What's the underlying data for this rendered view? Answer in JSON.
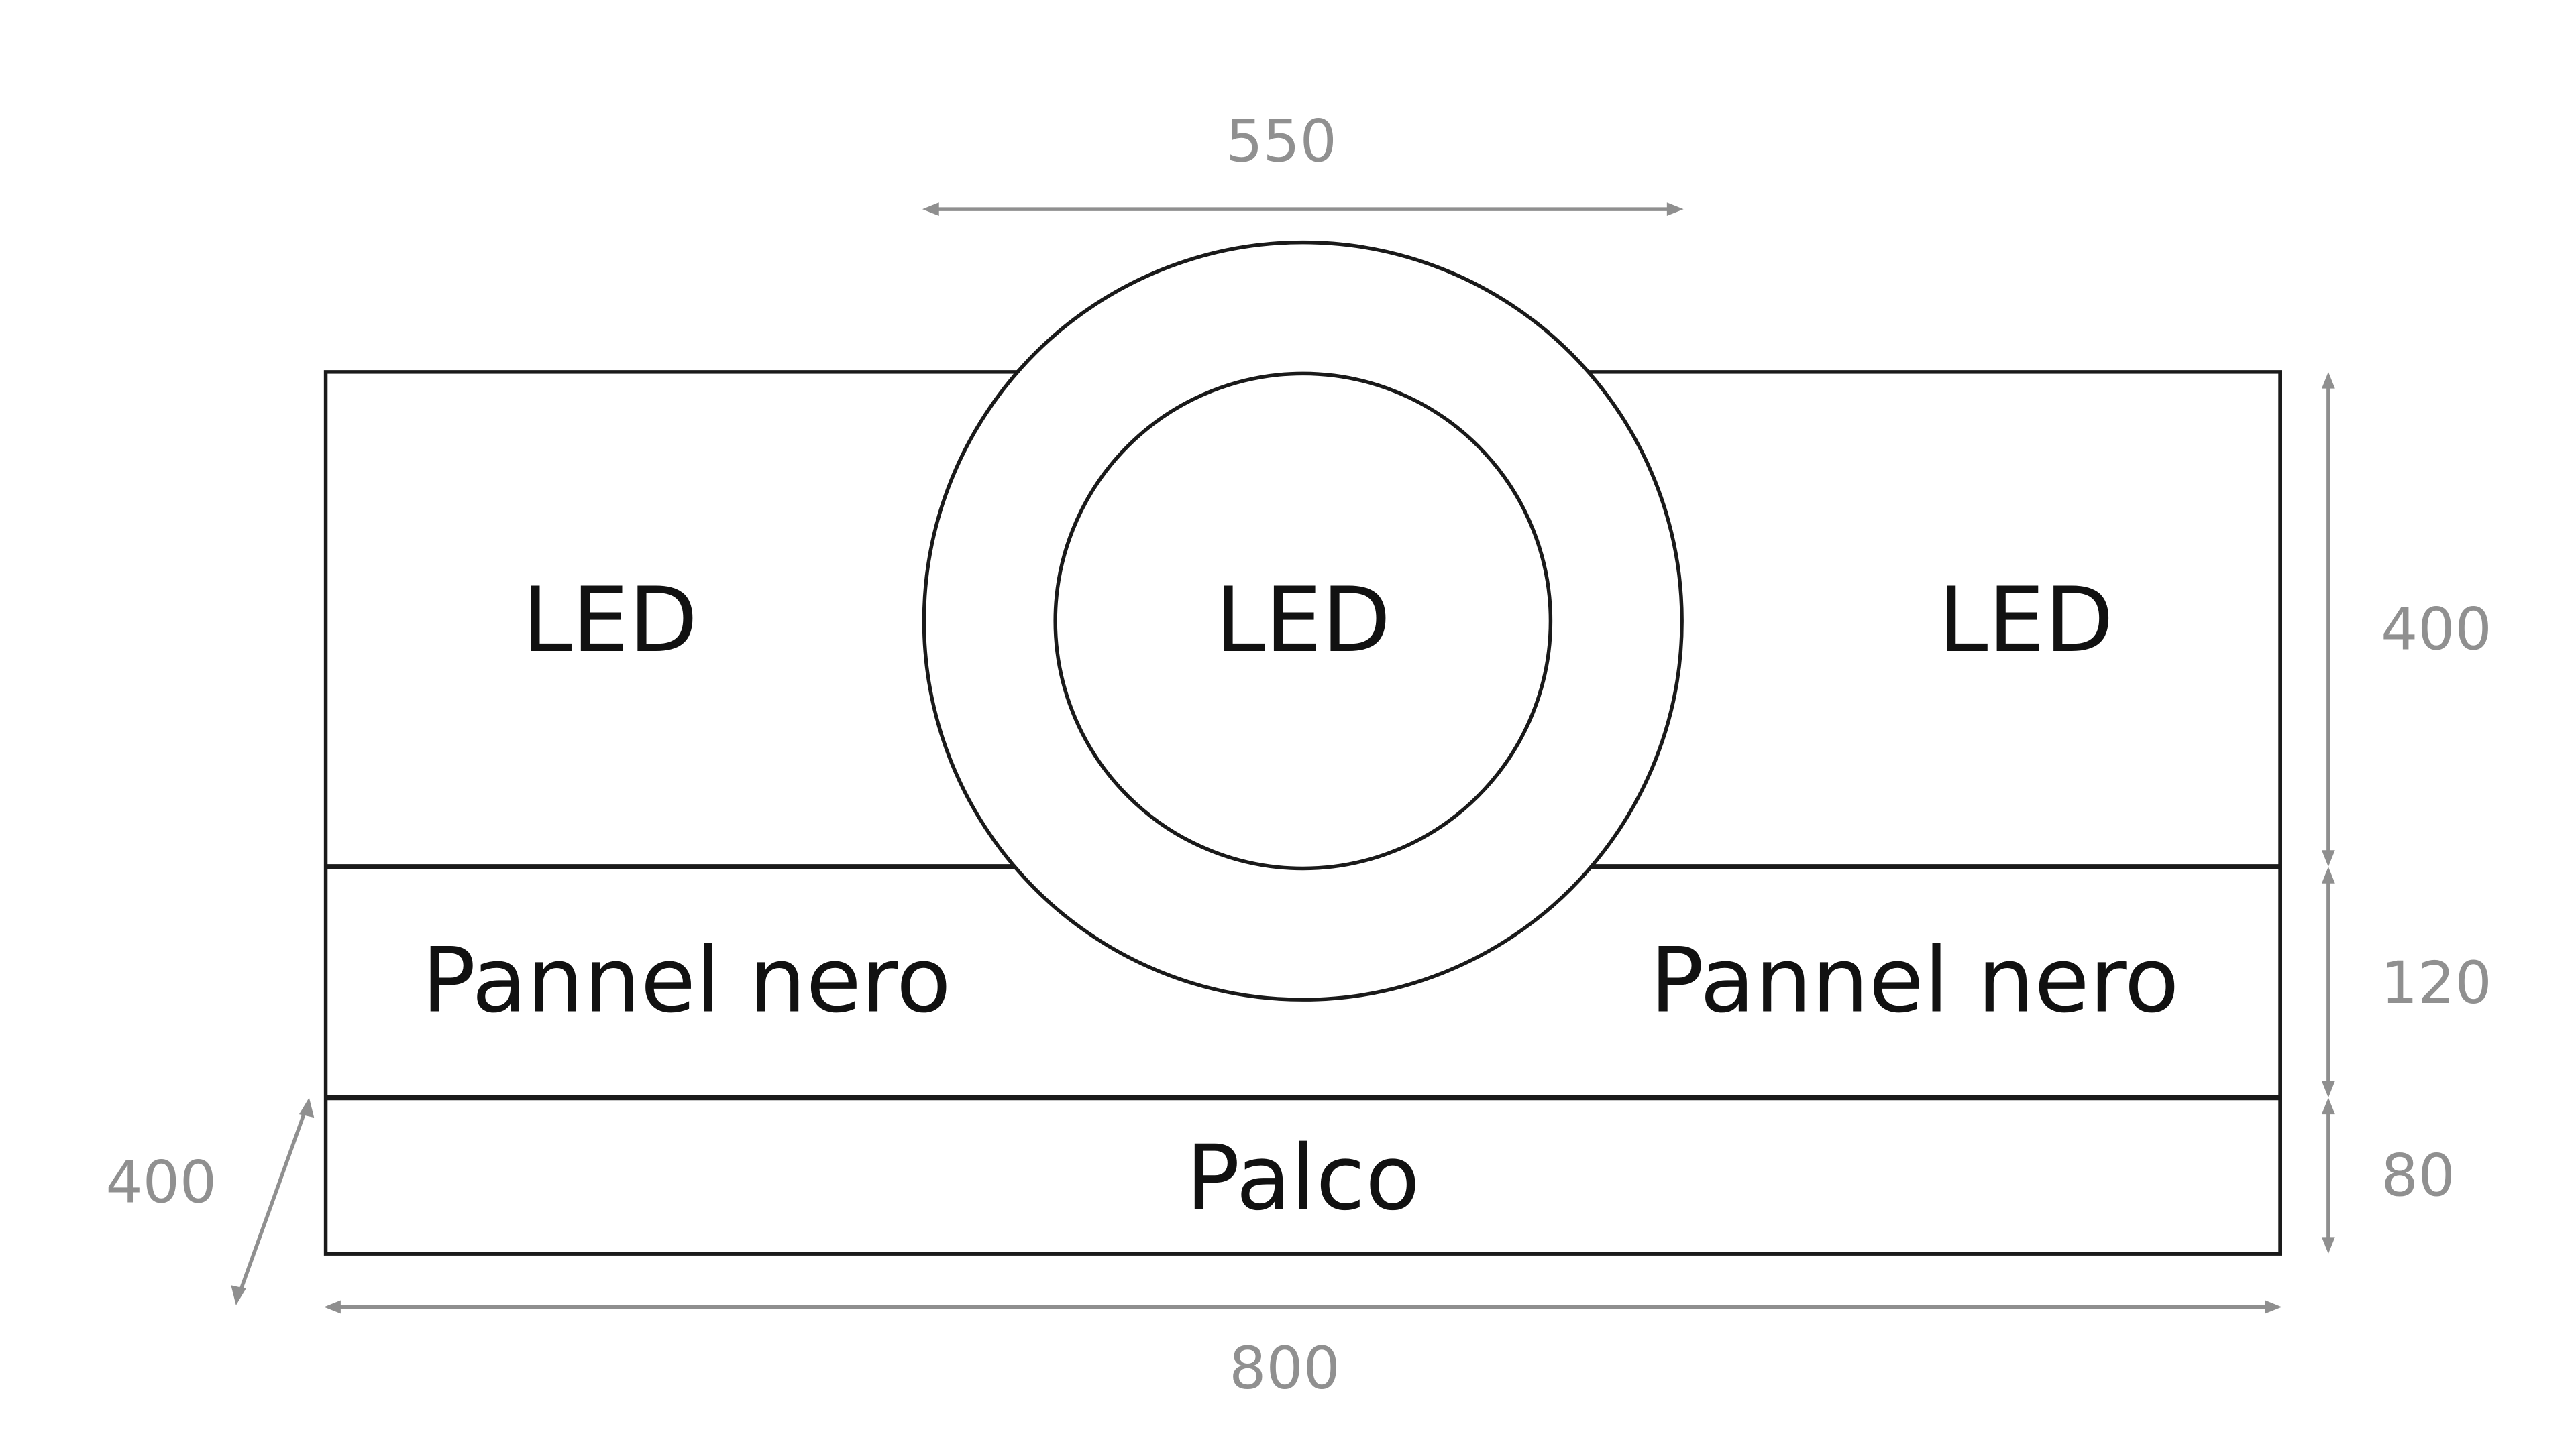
{
  "diagram": {
    "panels": {
      "led_left": "LED",
      "led_center": "LED",
      "led_right": "LED",
      "panel_left": "Pannel nero",
      "panel_right": "Pannel nero",
      "stage": "Palco"
    },
    "dimensions": {
      "circle_width": "550",
      "total_width": "800",
      "led_height": "400",
      "panel_height": "120",
      "stage_height": "80",
      "depth": "400"
    },
    "colors": {
      "stroke": "#1a1a1a",
      "dimension": "#909090",
      "background": "#ffffff"
    }
  }
}
